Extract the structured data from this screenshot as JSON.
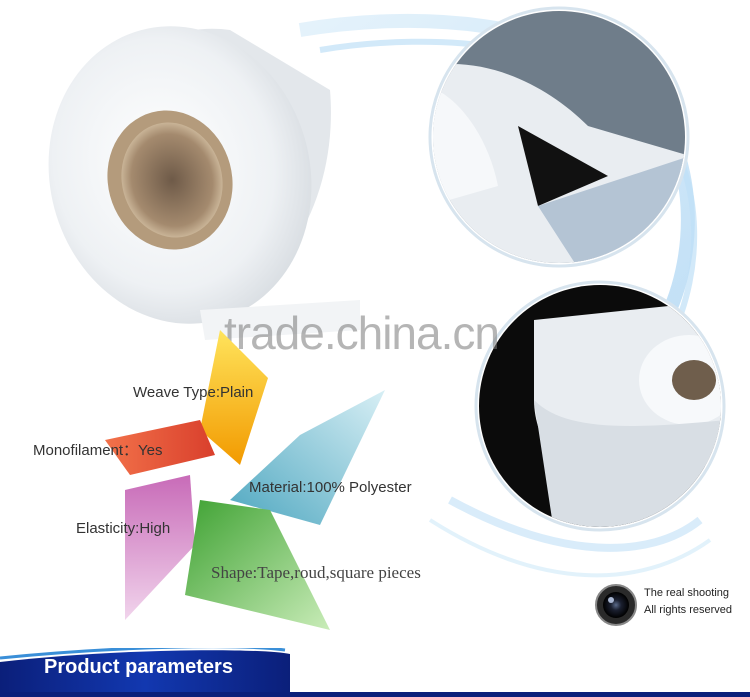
{
  "watermark": "trade.china.cn",
  "labels": {
    "weave_type": "Weave Type:Plain",
    "monofilament": "Monofilament：Yes",
    "material": "Material:100% Polyester",
    "elasticity": "Elasticity:High",
    "shape": "Shape:Tape,roud,square pieces"
  },
  "badge": {
    "line1": "The real shooting",
    "line2": "All rights reserved",
    "icon": "camera-lens-icon"
  },
  "footer": {
    "title": "Product parameters"
  },
  "colors": {
    "weave_type": "#f5b400",
    "monofilament": "#e8533a",
    "material": "#6ec3d6",
    "elasticity": "#d490c8",
    "shape": "#6cc04a",
    "footer_bar": "#0a2a8a",
    "footer_swoosh": "#3a8fd8"
  }
}
